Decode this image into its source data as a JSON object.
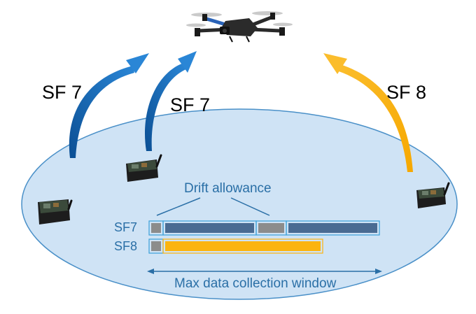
{
  "labels": {
    "link_left": "SF 7",
    "link_middle": "SF 7",
    "link_right": "SF 8",
    "drift_allowance": "Drift allowance",
    "row_sf7": "SF7",
    "row_sf8": "SF8",
    "window": "Max data collection window"
  },
  "colors": {
    "coverage_fill": "#cfe3f5",
    "coverage_stroke": "#4a90c8",
    "sf7_arrow": "#1f6fbe",
    "sf8_arrow": "#fbb40f",
    "sf7_slot": "#4a6b92",
    "sf8_slot": "#fbb40f",
    "drift_slot": "#8c8c8c",
    "text_blue": "#2a6fa6"
  },
  "icons": {
    "uav": "drone-icon",
    "nodes": [
      "lora-node-icon",
      "lora-node-icon",
      "lora-node-icon"
    ]
  }
}
